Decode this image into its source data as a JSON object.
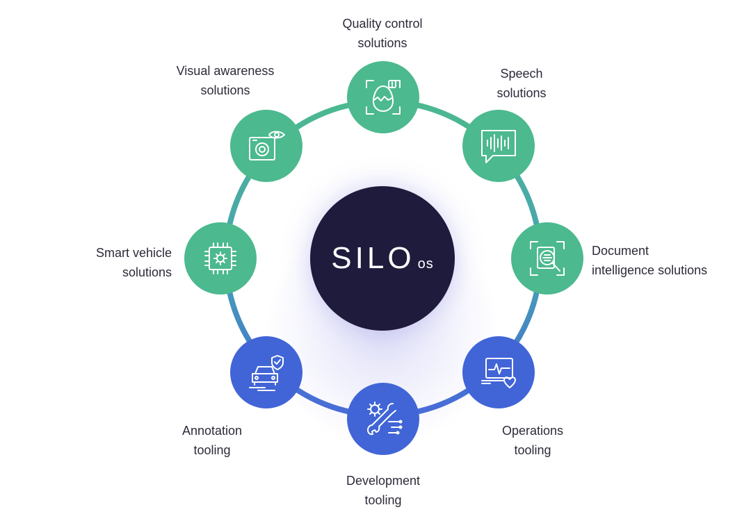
{
  "brand": {
    "name": "SILO",
    "suffix": "os"
  },
  "nodes": [
    {
      "id": "quality-control",
      "lines": [
        "Quality control",
        "solutions"
      ],
      "icon": "egg-inspection-icon",
      "color": "#4cb98f"
    },
    {
      "id": "speech",
      "lines": [
        "Speech",
        "solutions"
      ],
      "icon": "speech-waveform-icon",
      "color": "#4cb98f"
    },
    {
      "id": "document-intelligence",
      "lines": [
        "Document",
        "intelligence solutions"
      ],
      "icon": "document-scan-icon",
      "color": "#4cb98f"
    },
    {
      "id": "operations",
      "lines": [
        "Operations",
        "tooling"
      ],
      "icon": "monitor-heart-icon",
      "color": "#4165d6"
    },
    {
      "id": "development",
      "lines": [
        "Development",
        "tooling"
      ],
      "icon": "wrench-gear-icon",
      "color": "#4165d6"
    },
    {
      "id": "annotation",
      "lines": [
        "Annotation",
        "tooling"
      ],
      "icon": "car-shield-icon",
      "color": "#4165d6"
    },
    {
      "id": "smart-vehicle",
      "lines": [
        "Smart vehicle",
        "solutions"
      ],
      "icon": "chip-gear-icon",
      "color": "#4cb98f"
    },
    {
      "id": "visual-awareness",
      "lines": [
        "Visual awareness",
        "solutions"
      ],
      "icon": "camera-eye-icon",
      "color": "#4cb98f"
    }
  ],
  "colors": {
    "green": "#4cb98f",
    "blue": "#4165d6",
    "center": "#1f1b3d"
  }
}
